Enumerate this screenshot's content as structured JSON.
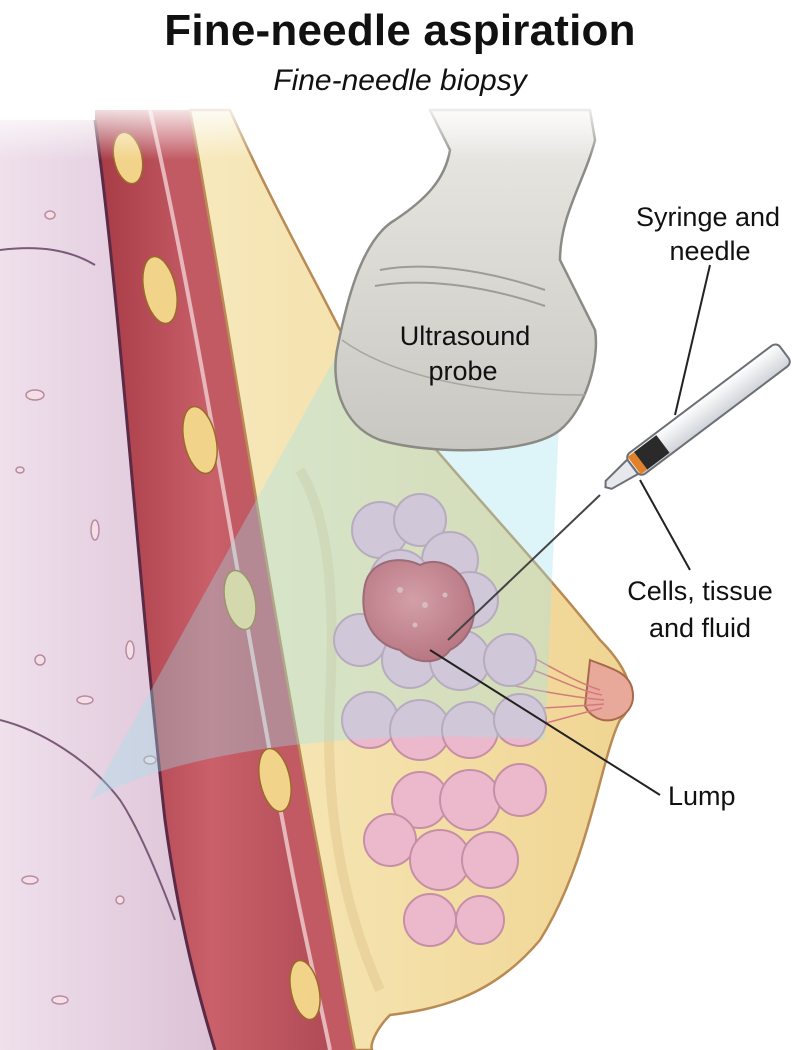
{
  "title": "Fine-needle aspiration",
  "subtitle": "Fine-needle biopsy",
  "labels": {
    "syringe_line1": "Syringe and",
    "syringe_line2": "needle",
    "probe_line1": "Ultrasound",
    "probe_line2": "probe",
    "cells_line1": "Cells, tissue",
    "cells_line2": "and fluid",
    "lump": "Lump"
  },
  "colors": {
    "skin": "#e9d6e4",
    "muscle": "#b9484f",
    "fat": "#f3dfa6",
    "lump": "#d94f5a",
    "ultrasound_beam": "#9fe3ee",
    "probe": "#d8d6d0"
  }
}
